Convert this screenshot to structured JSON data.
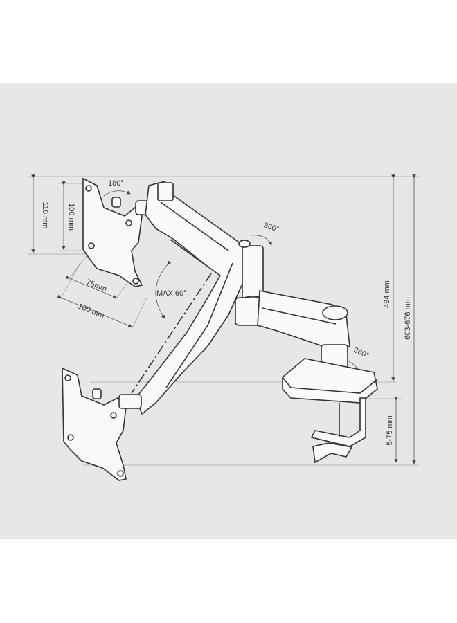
{
  "dimensions": {
    "plate_height_outer": "116 mm",
    "plate_height_inner": "100 mm",
    "vesa_75": "75mm",
    "vesa_100": "100 mm",
    "rotate_plate": "180°",
    "rotate_arm": "360°",
    "rotate_base": "360°",
    "tilt_max": "MAX:60°",
    "arm_height": "494 mm",
    "total_height": "603-676 mm",
    "clamp_range": "5-75 mm"
  },
  "colors": {
    "background": "#e7e7e7",
    "line": "#333333",
    "part_fill": "#fafafa"
  }
}
